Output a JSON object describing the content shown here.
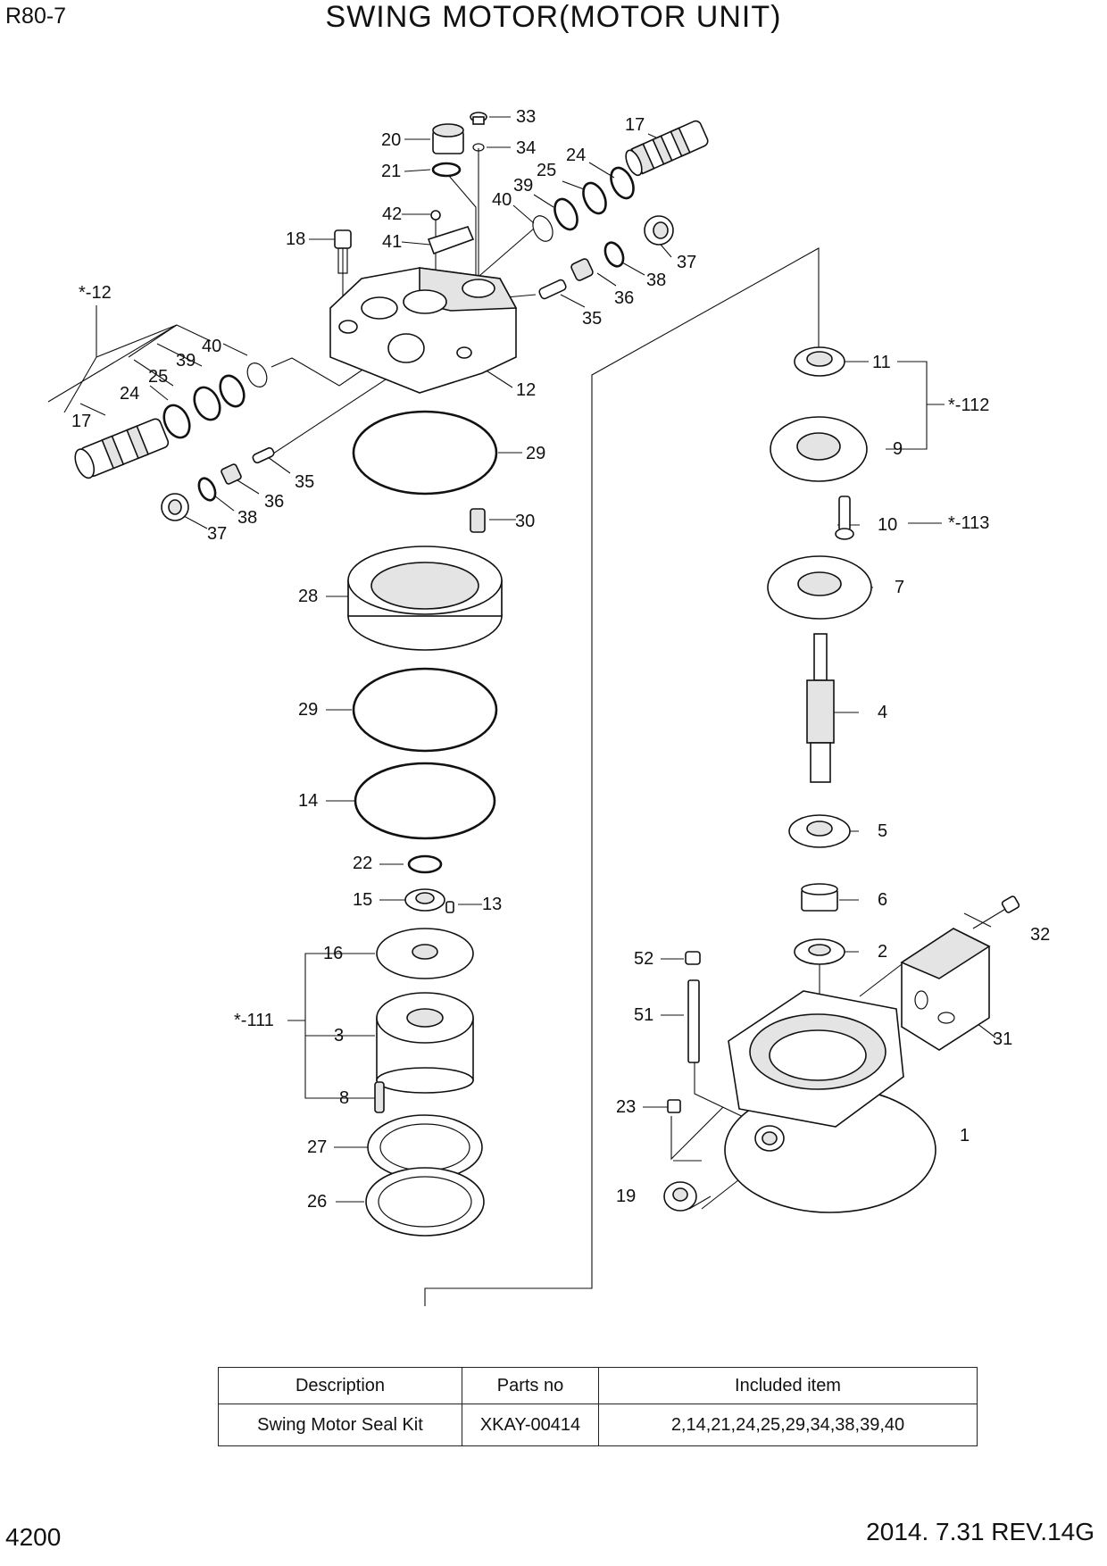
{
  "header": {
    "model": "R80-7",
    "title": "SWING MOTOR(MOTOR UNIT)"
  },
  "footer": {
    "page_number": "4200",
    "date_rev": "2014. 7.31  REV.14G"
  },
  "labels": [
    "33",
    "34",
    "17",
    "20",
    "21",
    "24",
    "25",
    "39",
    "40",
    "42",
    "41",
    "18",
    "37",
    "38",
    "36",
    "35",
    "*-12",
    "40",
    "39",
    "25",
    "24",
    "17",
    "12",
    "29",
    "35",
    "36",
    "38",
    "37",
    "30",
    "28",
    "29",
    "14",
    "22",
    "15",
    "13",
    "16",
    "*-111",
    "3",
    "8",
    "27",
    "26",
    "11",
    "*-112",
    "9",
    "10",
    "*-113",
    "7",
    "4",
    "5",
    "6",
    "2",
    "32",
    "52",
    "51",
    "31",
    "23",
    "1",
    "19"
  ],
  "table": {
    "headers": [
      "Description",
      "Parts no",
      "Included item"
    ],
    "rows": [
      {
        "description": "Swing Motor Seal Kit",
        "parts_no": "XKAY-00414",
        "included": "2,14,21,24,25,29,34,38,39,40"
      }
    ]
  }
}
